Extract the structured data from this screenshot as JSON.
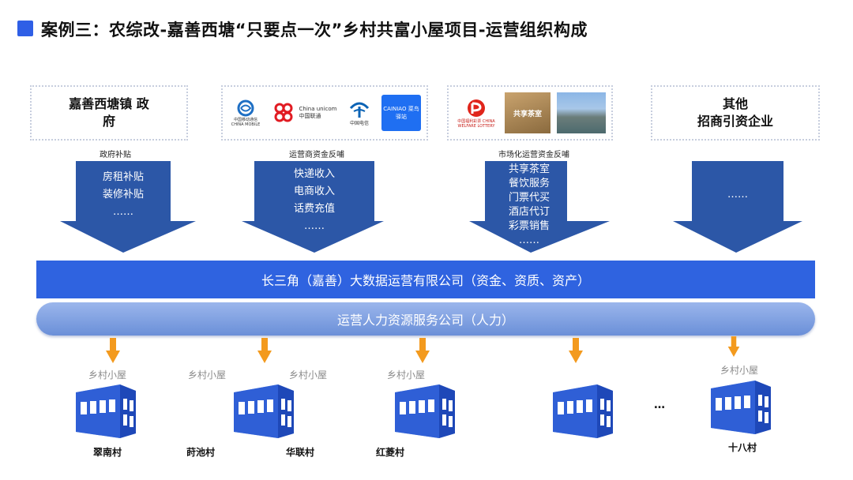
{
  "title": "案例三：农综改-嘉善西塘“只要点一次”乡村共富小屋项目-运营组织构成",
  "sources": {
    "gov_name": "嘉善西塘镇 政\n府",
    "operators_logos": [
      "中国移动通信 CHINA MOBILE",
      "China unicom中国联通",
      "中国电信",
      "CAINIAO 菜鸟驿站"
    ],
    "market_logos": [
      "中国福利彩票 CHINA WELFARE LOTTERY",
      "共享茶室",
      ""
    ],
    "other_name": "其他\n招商引资企业"
  },
  "flow_labels": [
    "政府补贴",
    "运营商资金反哺",
    "市场化运营资金反哺"
  ],
  "arrows": [
    {
      "lines": [
        "房租补贴",
        "装修补贴",
        "……"
      ]
    },
    {
      "lines": [
        "快递收入",
        "电商收入",
        "话费充值",
        "……"
      ]
    },
    {
      "lines": [
        "共享茶室",
        "餐饮服务",
        "门票代买",
        "酒店代订",
        "彩票销售",
        "……"
      ]
    },
    {
      "lines": [
        "……"
      ]
    }
  ],
  "company_bar": "长三角（嘉善）大数据运营有限公司（资金、资质、资产）",
  "hr_bar": "运营人力资源服务公司（人力）",
  "house_label": "乡村小屋",
  "villages": [
    "翠南村",
    "莳池村",
    "华联村",
    "红菱村",
    "十八村"
  ],
  "ellipsis": "…",
  "colors": {
    "accent": "#2f5fe6",
    "arrow": "#2c57a7",
    "orange": "#f39a1e"
  }
}
